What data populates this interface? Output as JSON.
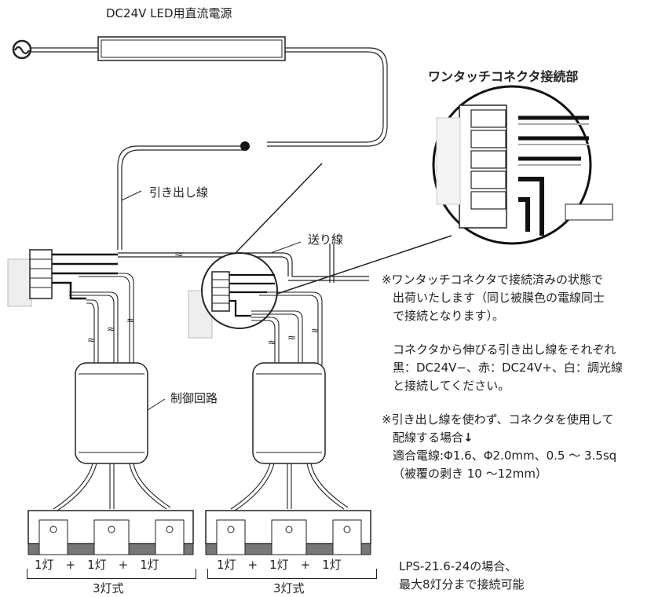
{
  "labels": {
    "power_supply": "DC24V LED用直流電源",
    "connector_title": "ワンタッチコネクタ接続部",
    "lead_wire": "引き出し線",
    "send_wire": "送り線",
    "control_circuit": "制御回路"
  },
  "notes": {
    "note1_line1": "※ワンタッチコネクタで接続済みの状態で",
    "note1_line2": "出荷いたします（同じ被膜色の電線同士",
    "note1_line3": "で接続となります）。",
    "note2_line1": "コネクタから伸びる引き出し線をそれぞれ",
    "note2_line2": "黒：DC24V−、赤：DC24V+、白：調光線",
    "note2_line3": "と接続してください。",
    "note3_line1": "※引き出し線を使わず、コネクタを使用して",
    "note3_line2": "配線する場合",
    "note3_arrow": "↓",
    "note3_line3": "適合電線:Φ1.6、Φ2.0mm、0.5 ～ 3.5sq",
    "note3_line4": "（被覆の剥き 10 ～12mm）",
    "note4_line1": "LPS-21.6-24の場合、",
    "note4_line2": "最大8灯分まで接続可能"
  },
  "groups": [
    {
      "formula": "1灯　+　1灯　+　1灯",
      "caption": "3灯式"
    },
    {
      "formula": "1灯　+　1灯　+　1灯",
      "caption": "3灯式"
    }
  ]
}
